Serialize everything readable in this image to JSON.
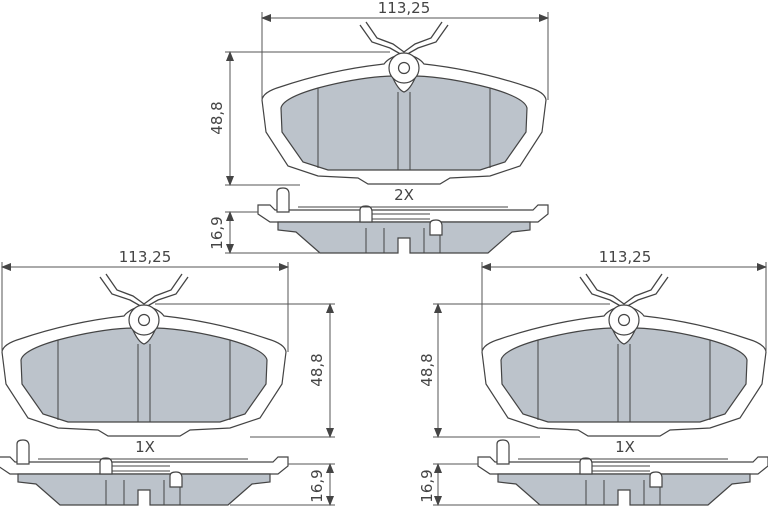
{
  "colors": {
    "friction_material": "#bcc3cb",
    "line": "#444444"
  },
  "top_pad": {
    "width_dim": "113,25",
    "height_dim": "48,8",
    "thickness_dim": "16,9",
    "quantity": "2X"
  },
  "bottom_left_pad": {
    "width_dim": "113,25",
    "height_dim": "48,8",
    "thickness_dim": "16,9",
    "quantity": "1X"
  },
  "bottom_right_pad": {
    "width_dim": "113,25",
    "height_dim": "48,8",
    "thickness_dim": "16,9",
    "quantity": "1X"
  }
}
